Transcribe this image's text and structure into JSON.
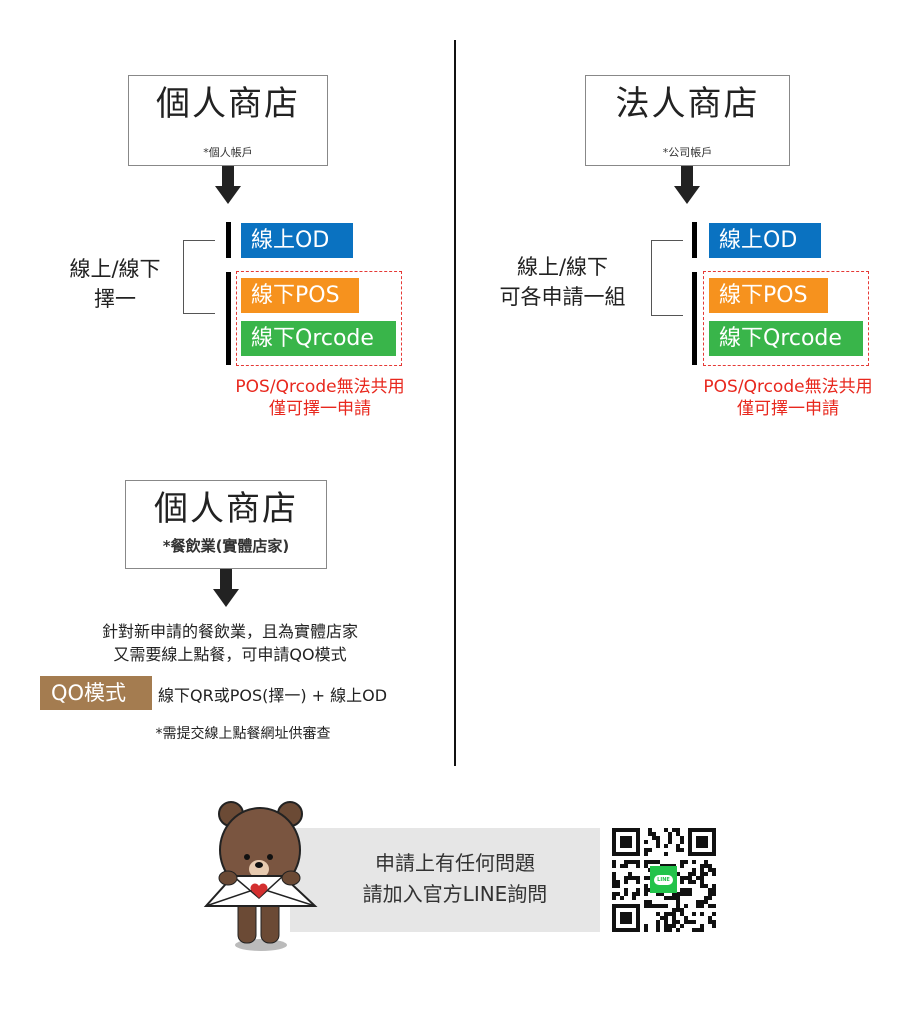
{
  "personal": {
    "title": "個人商店",
    "subtitle": "*個人帳戶",
    "side_label_1": "線上/線下",
    "side_label_2": "擇一",
    "online_od": "線上OD",
    "offline_pos": "線下POS",
    "offline_qrcode": "線下Qrcode",
    "note_1": "POS/Qrcode無法共用",
    "note_2": "僅可擇一申請"
  },
  "corporate": {
    "title": "法人商店",
    "subtitle": "*公司帳戶",
    "side_label_1": "線上/線下",
    "side_label_2": "可各申請一組",
    "online_od": "線上OD",
    "offline_pos": "線下POS",
    "offline_qrcode": "線下Qrcode",
    "note_1": "POS/Qrcode無法共用",
    "note_2": "僅可擇一申請"
  },
  "restaurant": {
    "title": "個人商店",
    "subtitle": "*餐飲業(實體店家)",
    "desc_1": "針對新申請的餐飲業，且為實體店家",
    "desc_2": "又需要線上點餐，可申請QO模式",
    "qo_badge": "QO模式",
    "qo_desc": "線下QR或POS(擇一) + 線上OD",
    "footnote": "*需提交線上點餐網址供審查"
  },
  "contact": {
    "line_1": "申請上有任何問題",
    "line_2": "請加入官方LINE詢問",
    "qr_logo": "LINE"
  },
  "colors": {
    "online": "#0a72c1",
    "pos": "#f6921e",
    "qrcode": "#39b54a",
    "note": "#e8281e",
    "qo": "#a47c50",
    "band": "#e6e6e6"
  }
}
